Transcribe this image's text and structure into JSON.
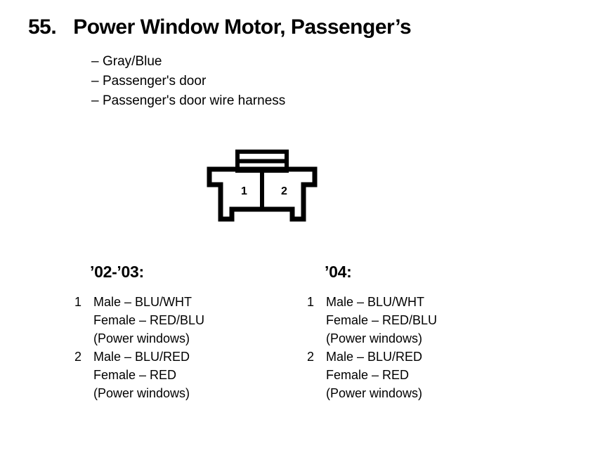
{
  "header": {
    "number": "55.",
    "title": "Power Window Motor, Passenger’s"
  },
  "bullets": {
    "dash": "–",
    "items": [
      "Gray/Blue",
      "Passenger's door",
      "Passenger's door wire harness"
    ]
  },
  "connector": {
    "name": "2-pin-connector",
    "outline_color": "#000000",
    "pins": [
      {
        "label": "1"
      },
      {
        "label": "2"
      }
    ]
  },
  "pin_tables": [
    {
      "heading": "’02-’03:",
      "entries": [
        {
          "number": "1",
          "lines": [
            "Male – BLU/WHT",
            "Female – RED/BLU",
            "(Power windows)"
          ]
        },
        {
          "number": "2",
          "lines": [
            "Male – BLU/RED",
            "Female – RED",
            "(Power windows)"
          ]
        }
      ]
    },
    {
      "heading": "’04:",
      "entries": [
        {
          "number": "1",
          "lines": [
            "Male – BLU/WHT",
            "Female – RED/BLU",
            "(Power windows)"
          ]
        },
        {
          "number": "2",
          "lines": [
            "Male – BLU/RED",
            "Female – RED",
            "(Power windows)"
          ]
        }
      ]
    }
  ]
}
